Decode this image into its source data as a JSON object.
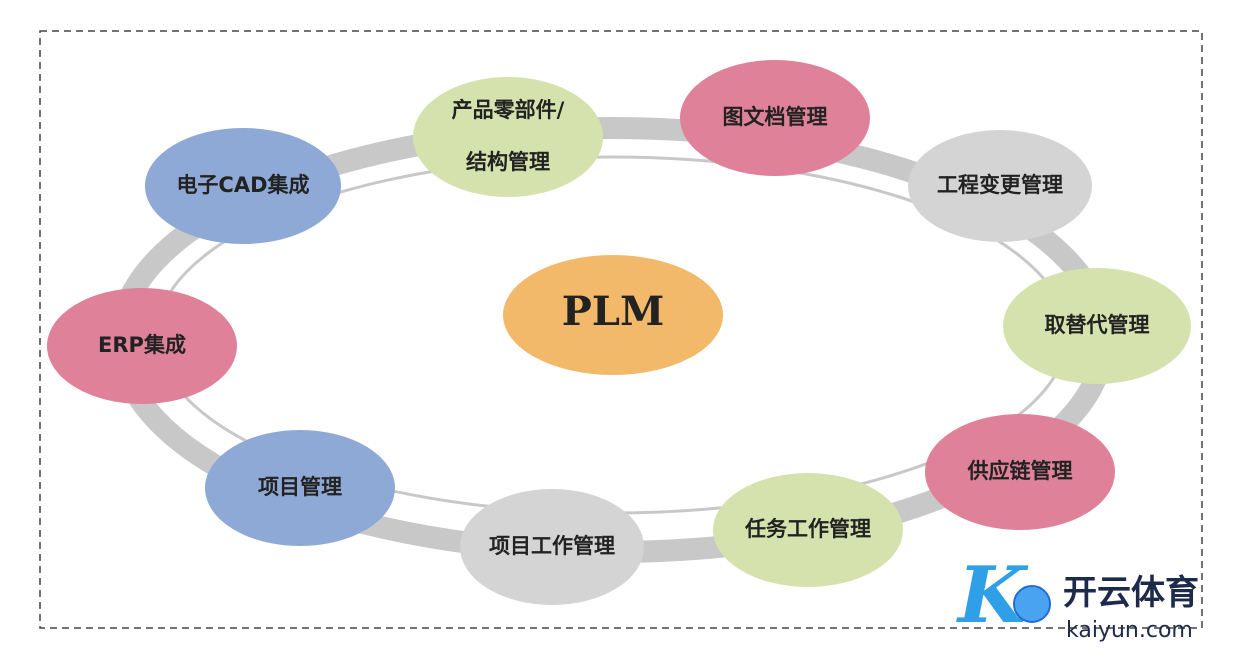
{
  "center": {
    "label": "PLM",
    "color": "#f2b96a"
  },
  "nodes": [
    {
      "lines": [
        "产品零部件/",
        "结构管理"
      ],
      "color": "#d6e2ad"
    },
    {
      "lines": [
        "图文档管理"
      ],
      "color": "#de8199"
    },
    {
      "lines": [
        "工程变更管理"
      ],
      "color": "#d4d4d4"
    },
    {
      "lines": [
        "取替代管理"
      ],
      "color": "#d6e2ad"
    },
    {
      "lines": [
        "供应链管理"
      ],
      "color": "#de8199"
    },
    {
      "lines": [
        "任务工作管理"
      ],
      "color": "#d6e2ad"
    },
    {
      "lines": [
        "项目工作管理"
      ],
      "color": "#d4d4d4"
    },
    {
      "lines": [
        "项目管理"
      ],
      "color": "#8fa9d6"
    },
    {
      "lines": [
        "ERP集成"
      ],
      "color": "#de8199"
    },
    {
      "lines": [
        "电子CAD集成"
      ],
      "color": "#8fa9d6"
    }
  ],
  "ring_color": "#c8c8c8",
  "logo": {
    "name": "开云体育",
    "domain": "kaiyun.com",
    "color": "#1d2a4a",
    "accent": "#2f8fe8"
  }
}
